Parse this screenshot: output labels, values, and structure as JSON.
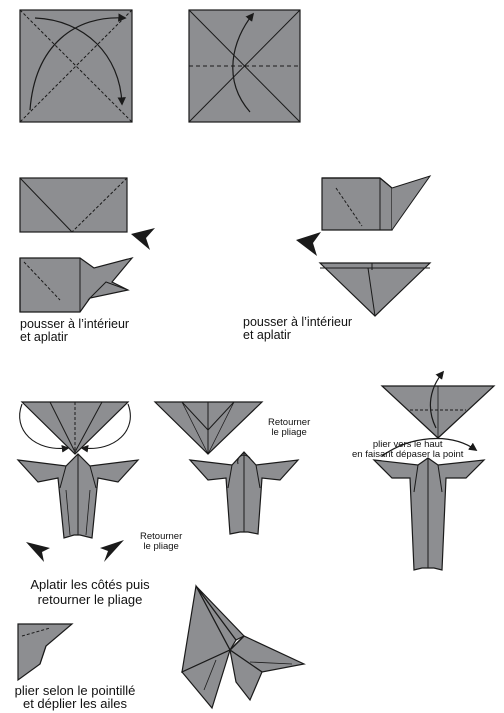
{
  "colors": {
    "paper": "#8d8e91",
    "paper_dark": "#6e6f72",
    "line": "#1a1a1a"
  },
  "steps": [
    {
      "id": "step-1",
      "caption": ""
    },
    {
      "id": "step-2",
      "caption": ""
    },
    {
      "id": "step-3",
      "caption": "pousser à l’intérieur\net aplatir"
    },
    {
      "id": "step-4",
      "caption": "pousser à l’intérieur\net aplatir"
    },
    {
      "id": "step-5",
      "caption": ""
    },
    {
      "id": "step-6",
      "caption": "Retourner\nle pliage"
    },
    {
      "id": "step-7",
      "caption": "plier vers le haut\nen faisant dépaser la point"
    },
    {
      "id": "step-8",
      "caption": "Retourner\nle pliage"
    },
    {
      "id": "step-9",
      "caption": "Aplatir les côtés puis\nretourner le pliage"
    },
    {
      "id": "step-10",
      "caption": "plier selon le pointillé\net déplier les ailes"
    },
    {
      "id": "step-11",
      "caption": ""
    }
  ]
}
